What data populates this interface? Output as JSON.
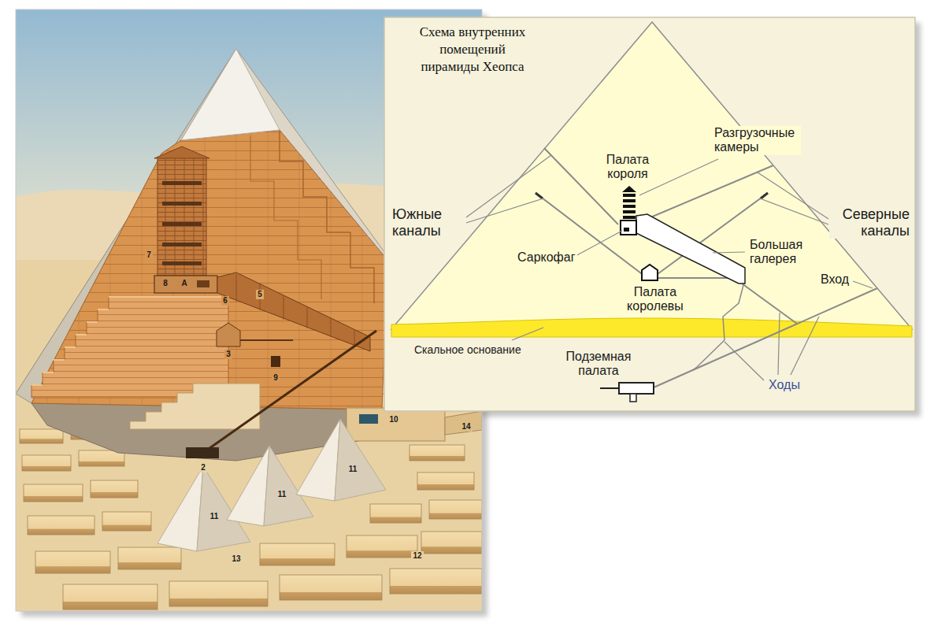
{
  "diagram": {
    "title": "Схема внутренних помещений пирамиды Хеопса",
    "labels": [
      "Разгрузочные камеры",
      "Палата короля",
      "Южные каналы",
      "Северные каналы",
      "Большая галерея",
      "Саркофаг",
      "Вход",
      "Палата королевы",
      "Скальное основание",
      "Подземная палата",
      "Ходы",
      "7",
      "8",
      "A",
      "6",
      "5",
      "3",
      "9",
      "2",
      "10",
      "11",
      "11",
      "11",
      "13",
      "12",
      "14"
    ]
  }
}
